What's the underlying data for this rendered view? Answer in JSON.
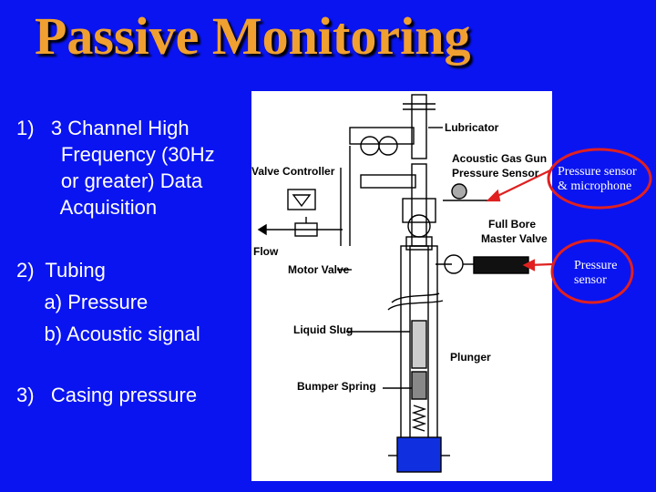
{
  "title": "Passive Monitoring",
  "list": [
    "1)   3 Channel High",
    "        Frequency (30Hz",
    "        or greater) Data",
    "        Acquisition",
    "",
    "2)  Tubing",
    "     a) Pressure",
    "     b) Acoustic signal",
    "",
    "3)   Casing pressure"
  ],
  "diagram_labels": {
    "lubricator": "Lubricator",
    "acoustic_gun_1": "Acoustic Gas Gun",
    "acoustic_gun_2": "Pressure Sensor",
    "valve_controller": "Valve Controller",
    "full_bore_1": "Full Bore",
    "full_bore_2": "Master Valve",
    "flow": "Flow",
    "motor_valve": "Motor Valve",
    "liquid_slug": "Liquid Slug",
    "plunger": "Plunger",
    "bumper_spring": "Bumper Spring"
  },
  "callouts": {
    "pressure_mic_1": "Pressure sensor",
    "pressure_mic_2": "& microphone",
    "pressure_1": "Pressure",
    "pressure_2": "sensor"
  },
  "colors": {
    "background": "#0a14f0",
    "title": "#f0a030",
    "callout_ring": "#e02020"
  }
}
